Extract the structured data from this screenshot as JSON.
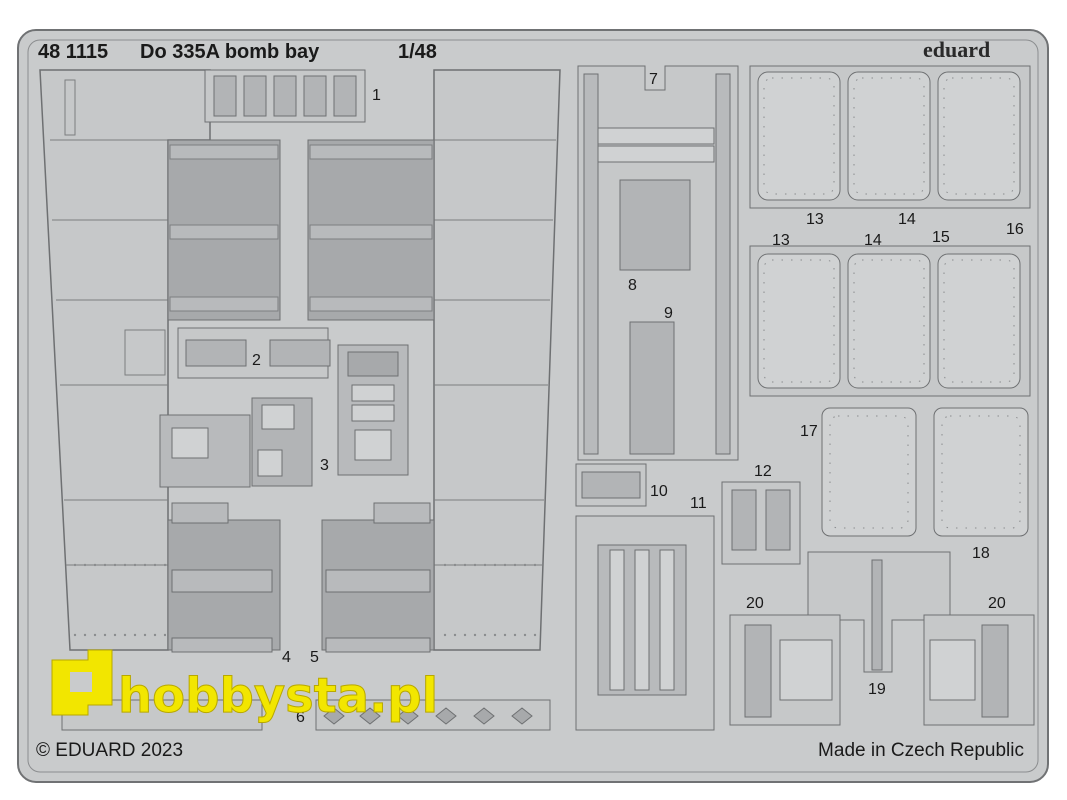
{
  "header": {
    "set_number": "48 1115",
    "set_name": "Do 335A bomb bay",
    "scale": "1/48",
    "brand": "eduard"
  },
  "footer": {
    "copyright": "© EDUARD 2023",
    "origin": "Made in Czech Republic"
  },
  "watermark": {
    "text": "hobbysta.pl",
    "logo_icon": "hobbysta-logo-icon"
  },
  "part_numbers": [
    "1",
    "2",
    "3",
    "4",
    "5",
    "6",
    "7",
    "8",
    "9",
    "10",
    "11",
    "12",
    "13",
    "14",
    "13",
    "14",
    "15",
    "16",
    "17",
    "18",
    "19",
    "20",
    "20"
  ],
  "colors": {
    "sheet": "#c9cbcc",
    "fret_line": "#6e7072",
    "etched_shade": "#a4a6a8",
    "watermark": "#f2e600"
  }
}
